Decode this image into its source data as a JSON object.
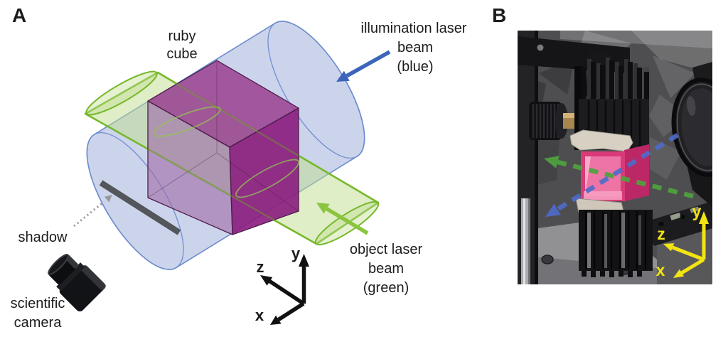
{
  "figure": {
    "panelA": {
      "tag": "A",
      "labels": {
        "ruby_cube": [
          "ruby",
          "cube"
        ],
        "illumination": [
          "illumination laser",
          "beam",
          "(blue)"
        ],
        "object": [
          "object laser",
          "beam",
          "(green)"
        ],
        "shadow": "shadow",
        "camera": [
          "scientific",
          "camera"
        ],
        "axis_x": "x",
        "axis_y": "y",
        "axis_z": "z"
      },
      "colors": {
        "cylinder_fill": "#99aad9",
        "cylinder_stroke": "#6d8cce",
        "sheet_fill": "#bfdd8d",
        "sheet_stroke": "#76b82a",
        "cube_top": "#993f91",
        "cube_left": "#9f6ca8",
        "cube_right": "#8a1b7e",
        "arrow_blue": "#3b64ba",
        "arrow_green": "#8bc53f",
        "shadow_bar": "#53565a"
      }
    },
    "panelB": {
      "tag": "B",
      "axis_x": "x",
      "axis_y": "y",
      "axis_z": "z",
      "colors": {
        "axes_yellow": "#f2e313",
        "beam_blue": "#4f6bc9",
        "beam_green": "#4ea33e",
        "ruby_front": "#d93a78"
      }
    }
  }
}
